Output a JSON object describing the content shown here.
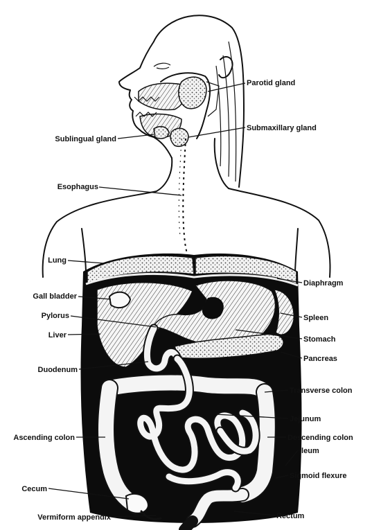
{
  "labels": {
    "parotid_gland": "Parotid gland",
    "submaxillary_gland": "Submaxillary gland",
    "sublingual_gland": "Sublingual gland",
    "esophagus": "Esophagus",
    "lung": "Lung",
    "diaphragm": "Diaphragm",
    "gall_bladder": "Gall bladder",
    "pylorus": "Pylorus",
    "spleen": "Spleen",
    "liver": "Liver",
    "stomach": "Stomach",
    "duodenum": "Duodenum",
    "pancreas": "Pancreas",
    "transverse_colon": "Transverse colon",
    "jejunum": "Jejunum",
    "ascending_colon": "Ascending colon",
    "descending_colon": "Descending colon",
    "ileum": "Ileum",
    "sigmoid_flexure": "Sigmoid flexure",
    "cecum": "Cecum",
    "vermiform_appendix": "Vermiform appendix",
    "rectum": "Rectum"
  }
}
